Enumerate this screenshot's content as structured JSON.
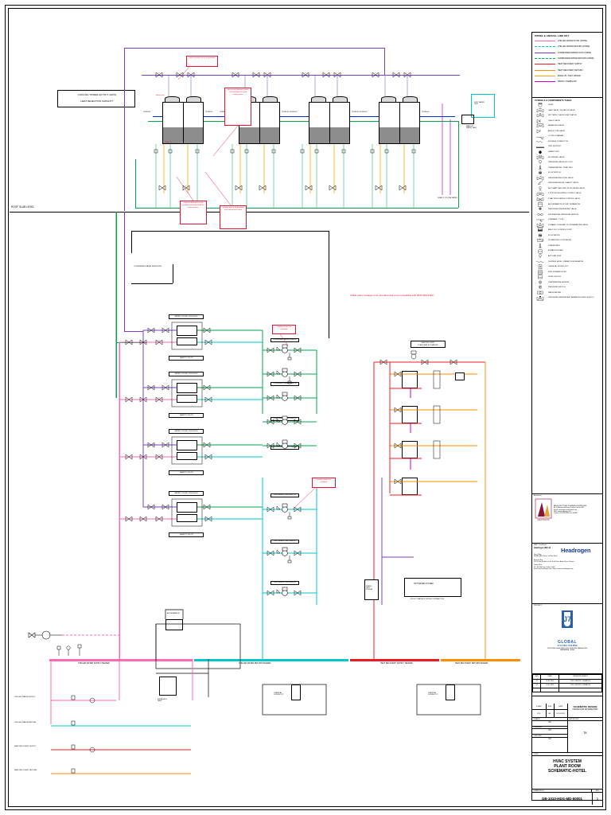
{
  "sheet": {
    "size": "768x1024",
    "background": "#ffffff"
  },
  "colors": {
    "chilled_water_supply": "#ff69b4",
    "chilled_water_return": "#00c8c8",
    "condenser_water_supply": "#7b3fbf",
    "condenser_water_return": "#00a650",
    "heat_recovery_supply": "#ed1c24",
    "heat_recovery_return": "#ff8c00",
    "make_up_water": "#ffa500",
    "drain_line": "#cc00cc",
    "note_red": "#e8112d",
    "black": "#000000",
    "grey_fill": "#8c8c8c"
  },
  "legend": {
    "title": "PIPING & ANNUAL LINE KEY",
    "items": [
      {
        "label": "CHILLED WATER FLOW (CHWS)",
        "color": "#ff69b4",
        "style": "solid"
      },
      {
        "label": "CHILLED WATER RETURN (CHWR)",
        "color": "#00c8c8",
        "style": "dashdot"
      },
      {
        "label": "CONDENSER WATER FLOW (CDWS)",
        "color": "#7b3fbf",
        "style": "solid"
      },
      {
        "label": "CONDENSER WATER RETURN (CDWR)",
        "color": "#00a650",
        "style": "dashdot"
      },
      {
        "label": "HEAT RECOVERY SUPPLY",
        "color": "#ed1c24",
        "style": "solid"
      },
      {
        "label": "HEAT RECOVERY RETURN",
        "color": "#ff8c00",
        "style": "solid"
      },
      {
        "label": "MAKE UP / SOFT WATER",
        "color": "#ffa500",
        "style": "solid"
      },
      {
        "label": "DRAIN / OVERFLOW",
        "color": "#cc00cc",
        "style": "solid"
      }
    ]
  },
  "symbols": {
    "title": "SYMBOLS & COMPONENTS TABLE",
    "items": [
      {
        "icon": "pump-icon",
        "label": "PUMP"
      },
      {
        "icon": "gate-valve-icon",
        "label": "GATE VALVE / ISOLATION VALVE"
      },
      {
        "icon": "butterfly-valve-icon",
        "label": "BUTTERFLY VALVE W/ ACTUATOR"
      },
      {
        "icon": "check-valve-icon",
        "label": "CHECK VALVE"
      },
      {
        "icon": "balancing-valve-icon",
        "label": "BALANCING VALVE"
      },
      {
        "icon": "angle-valve-icon",
        "label": "ANGLE TYPE VALVE"
      },
      {
        "icon": "strainer-icon",
        "label": "Y-TYPE STRAINER"
      },
      {
        "icon": "flex-connector-icon",
        "label": "FLEXIBLE CONNECTOR"
      },
      {
        "icon": "pipe-support-icon",
        "label": "PIPE SUPPORT"
      },
      {
        "icon": "drain-point-icon",
        "label": "DRAIN POINT"
      },
      {
        "icon": "motorised-valve-icon",
        "label": "MOTORISED VALVE"
      },
      {
        "icon": "pressure-gauge-icon",
        "label": "PRESSURE GAUGE W/ COCK"
      },
      {
        "icon": "thermometer-icon",
        "label": "THERMOMETER / TEMP WELL"
      },
      {
        "icon": "flow-switch-icon",
        "label": "FLOW SWITCH"
      },
      {
        "icon": "prv-icon",
        "label": "PRESSURE REDUCING VALVE"
      },
      {
        "icon": "prv-relief-icon",
        "label": "PRESSURE RELIEF / SAFETY VALVE"
      },
      {
        "icon": "auto-air-vent-icon",
        "label": "AUTOMATIC AIR VENT W/ ISOLATING VALVE"
      },
      {
        "icon": "temp-control-valve-icon",
        "label": "2 PORT MODULATING CONTROL VALVE"
      },
      {
        "icon": "three-way-valve-icon",
        "label": "3 WAY MODULATING CONTROL VALVE"
      },
      {
        "icon": "air-separator-icon",
        "label": "AIR SEPARATOR W/ DIRT SEPARATOR"
      },
      {
        "icon": "pressure-sensor-icon",
        "label": "PRESSURE INDEPENDENT VALVE"
      },
      {
        "icon": "dp-sensor-icon",
        "label": "DIFFERENTIAL PRESSURE SENSOR"
      },
      {
        "icon": "strainer-basket-icon",
        "label": "STRAINER Y TYPE"
      },
      {
        "icon": "dynamic-balancing-icon",
        "label": "DYNAMIC CONSTANT FLOW BALANCING VALVE"
      },
      {
        "icon": "bms-point-icon",
        "label": "BMS / DDC CONTROL POINT"
      },
      {
        "icon": "flow-meter-icon",
        "label": "FLOW METER"
      },
      {
        "icon": "ultrasonic-meter-icon",
        "label": "ULTRASONIC FLOW METER"
      },
      {
        "icon": "thermowell-icon",
        "label": "THERMOWELL"
      },
      {
        "icon": "expansion-tank-icon",
        "label": "EXPANSION TANK"
      },
      {
        "icon": "air-vent-icon",
        "label": "AUTO AIR VENT"
      },
      {
        "icon": "flexible-hose-icon",
        "label": "FLEXIBLE HOSE / VIBRATION ELIMINATOR"
      },
      {
        "icon": "dosing-pot-icon",
        "label": "CHEMICAL DOSING POT"
      },
      {
        "icon": "sand-filter-icon",
        "label": "SIDE STREAM FILTER"
      },
      {
        "icon": "level-switch-icon",
        "label": "LEVEL SWITCH"
      },
      {
        "icon": "temperature-sensor-icon",
        "label": "TEMPERATURE SENSOR"
      },
      {
        "icon": "pressure-switch-icon",
        "label": "PRESSURE SWITCH"
      },
      {
        "icon": "water-meter-icon",
        "label": "WATER METER"
      },
      {
        "icon": "dp-transmitter-icon",
        "label": "PRESSURE INDEPENDENT BALANCING DEVICE (PICV)"
      }
    ]
  },
  "notes": {
    "cooling_tower_title": "COOLING TOWER-4(3 TR X 4NOS)\nHEAT REJECTION CAPACITY",
    "roof_slab_level": "ROOF SLAB LEVEL",
    "note_makeup": "make up water line to be provided",
    "note_return": "Return line",
    "note_makeup2": "Make up",
    "note_sidestream": "side stream filtration system to be provided for each cooling tower",
    "note_drain": "separate drain point to be provided and routed with the nearest drain",
    "note_gravity": "gravity valve to be provided and connected to drain",
    "note_bms": "Chiller plant manager to be provided and to be compatible with BMS (BACNET)",
    "note_standby_primary": "standby pump to be provided",
    "note_standby_secondary": "standby pump to be provided"
  },
  "equipment": {
    "cooling_towers": [
      {
        "tag": "CT-01",
        "inlet": "CDWR-01",
        "outlet": "CDWS-01"
      },
      {
        "tag": "CT-02",
        "inlet": "CDWR-02",
        "outlet": "CDWS-02"
      },
      {
        "tag": "CT-03",
        "inlet": "CDWR-03",
        "outlet": "CDWS-03"
      },
      {
        "tag": "CT-04",
        "inlet": "CDWR-04",
        "outlet": "CDWS-04"
      }
    ],
    "chillers": [
      {
        "top": "WATER COOLED CHILLER-01",
        "bottom": "CAPACITY 300 TR"
      },
      {
        "top": "WATER COOLED CHILLER-02",
        "bottom": "CAPACITY 300 TR"
      },
      {
        "top": "WATER COOLED CHILLER-03",
        "bottom": "CAPACITY 300 TR"
      },
      {
        "top": "WATER COOLED CHILLER-04",
        "bottom": "CAPACITY 300 TR"
      }
    ],
    "condenser_pumps": {
      "label": "CONDENSER WATER PUMP",
      "count": 4
    },
    "primary_pumps": {
      "label": "PRIMARY CHILLED WATER PUMP",
      "count": 4
    },
    "secondary_pumps": {
      "label": "SECONDARY CHILLED WATER PUMP",
      "count": 4
    },
    "heat_recovery": {
      "label": "HEAT RECOVERY\nPLATE HEAT EXCHANGER"
    },
    "hot_water_contractor": {
      "label": "HOT WATER SYSTEM BY OTHERS"
    },
    "expansion_tank": {
      "label": "EXPANSION\nTANK"
    },
    "dosing_pot_1": {
      "label": "CHEMICAL\nDOSING POT"
    },
    "dosing_pot_2": {
      "label": "CHEMICAL\nDOSING POT"
    },
    "air_separator": {
      "label": "AIR\nSEPARATOR"
    }
  },
  "headers": {
    "chws_header": "CHILLED WATER SUPPLY HEADER",
    "chwr_header": "CHILLED WATER RETURN HEADER",
    "hrs_header": "HEAT RECOVERY SUPPLY HEADER",
    "hrr_header": "HEAT RECOVERY RETURN HEADER",
    "takeoffs": [
      {
        "label": "CHILLED WATER SUPPLY",
        "color": "#ff69b4"
      },
      {
        "label": "CHILLED WATER RETURN",
        "color": "#00c8c8"
      },
      {
        "label": "HEAT RECOVERY SUPPLY",
        "color": "#ed1c24"
      },
      {
        "label": "HEAT RECOVERY RETURN",
        "color": "#ff8c00"
      }
    ]
  },
  "titleblock": {
    "architect_caption": "Architects:",
    "architect_name": "ARCHITECTURE PLANNING INTERIORS",
    "architect_lines": "Al. M Mohamed Hussain Sarkar, Plot No.44/1\nEmail: arcdesign.acad@gmail.com\nWeb: www.arcdesign.co.in\nContact: 011-2367456, Fax: 500001",
    "mep_caption": "MEP Consultant:",
    "mep_brand": "Headrogen",
    "mep_sub": "Headrogen (M) Ltd",
    "mep_lines": "Reg. Office:\nNo.4/Flr, ABC Tower, 1st Main Road\n\nBranch Office:\nNO.25, Bay South Link, 4th & 5th Floor, Andra Plaza, Chennai\n\nDubai Office:\nP.O. BOX Al Quoz, Dubai, U.A.E",
    "mep_contact": "Email: www.headrogen.com | Email: contact@headrogen.com",
    "project_caption": "PROJECT:",
    "project_brand": "GLOBAL",
    "project_brand_mark": "J7",
    "project_sub": "J7 GLOBAL BUILDING",
    "project_lines": "PROPOSED HIGH RISE HOTEL BUILDING, BANGALORE\nKARNATAKA - INDIA",
    "revisions": [
      {
        "rev": "02",
        "date": "01.03.2023",
        "description": "FOR CLIENTS COMMENTS"
      },
      {
        "rev": "01",
        "date": "18.02.2023",
        "description": "FOR CLIENTS COMMENTS"
      }
    ],
    "rev_headers": {
      "rev": "REV",
      "date": "DATE",
      "description": "REVISION DETAILS"
    },
    "scale_caption": "SCALE",
    "scale_value": "NTS",
    "size_caption": "SIZE",
    "size_value": "A3",
    "date_caption": "DATE",
    "date_value": "01.03.2023",
    "status_line1": "SCHEMATIC DESIGN",
    "status_line2": "ISSUED FOR INFORMATION",
    "drawn_caption": "DRAWN",
    "drawn_value": "MJ",
    "approved_caption": "APPROVED",
    "approved_value": "TK",
    "designed_caption": "DESIGNED",
    "designed_value": "MJ",
    "checked_caption": "CHECKED",
    "checked_value": "MJ",
    "title_caption": "TITLE",
    "title_line1": "HVAC SYSTEM",
    "title_line2": "PLANT ROOM",
    "title_line3": "SCHEMATIC-HOTEL",
    "drawingno_caption": "DRAWING No",
    "drawingno_value": "GB-1010-HDG-MD-50001",
    "revno_caption": "REV",
    "revno_value": "1"
  }
}
